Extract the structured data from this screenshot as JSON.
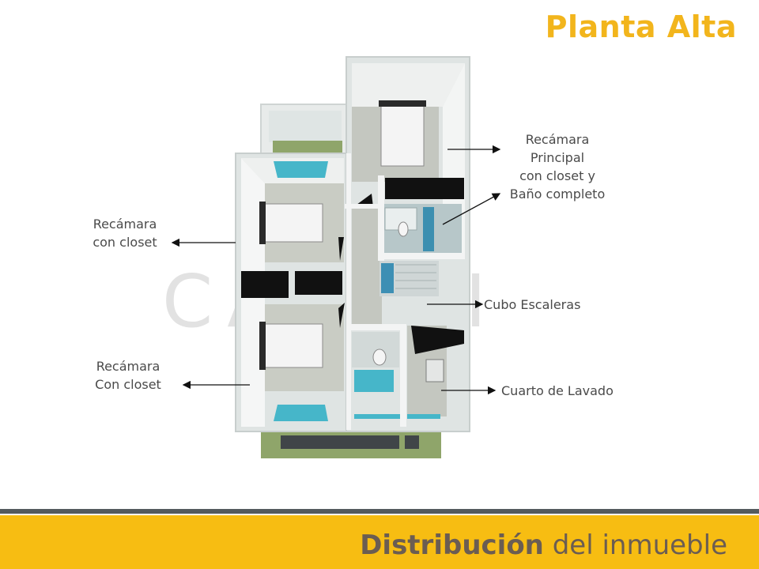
{
  "header": {
    "title": "Planta Alta"
  },
  "labels": {
    "master": [
      "Recámara",
      "Principal",
      "con closet y",
      "Baño completo"
    ],
    "bedroom_top": [
      "Recámara",
      "con closet"
    ],
    "bedroom_bottom": [
      "Recámara",
      "Con closet"
    ],
    "stairs": [
      "Cubo Escaleras"
    ],
    "laundry": [
      "Cuarto de  Lavado"
    ]
  },
  "watermark": "CASTLI",
  "footer": {
    "word1": "Distribución",
    "word2": " del inmueble"
  },
  "colors": {
    "accent": "#f2b51c",
    "footer_bar": "#f7bd12",
    "footer_text": "#6b5d52"
  }
}
